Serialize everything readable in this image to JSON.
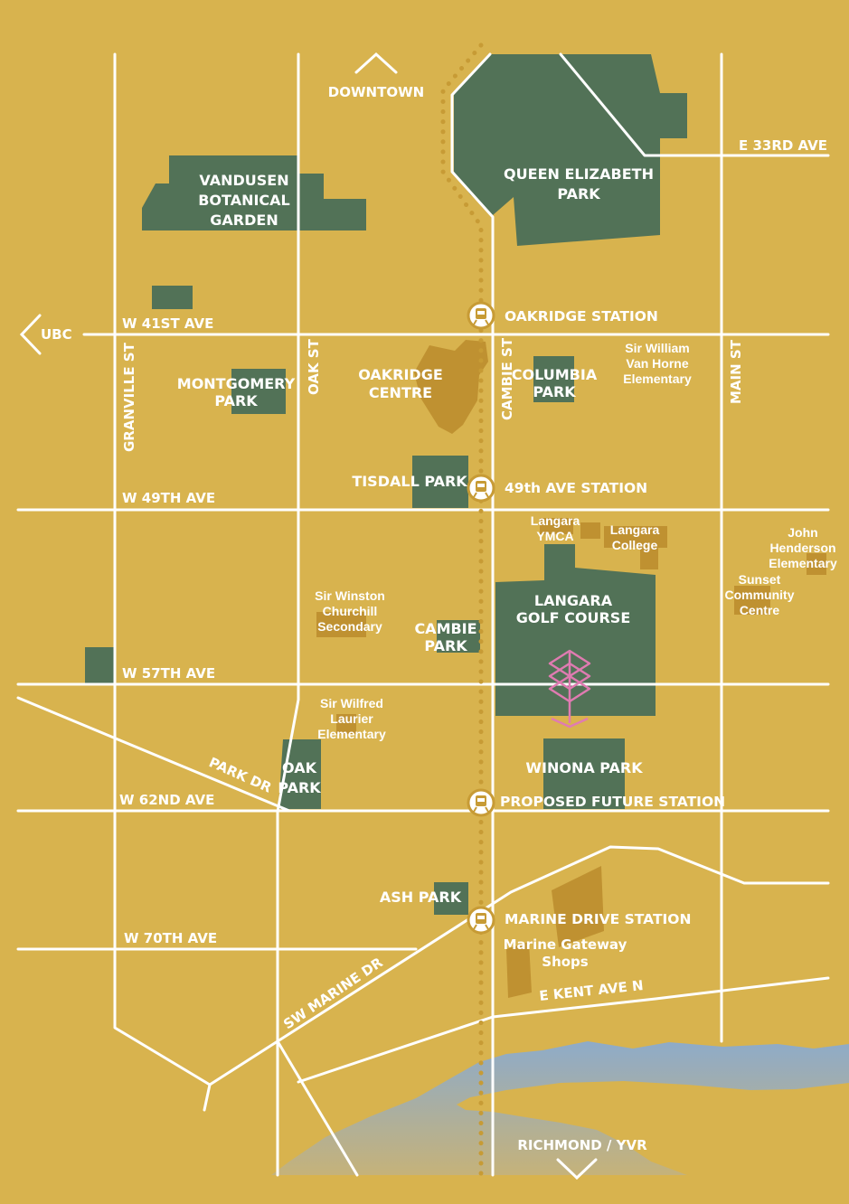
{
  "colors": {
    "background": "#d8b34e",
    "park": "#527257",
    "building": "#bf9131",
    "road": "#ffffff",
    "water": "#8eabc9",
    "skytrain": "#c79b35",
    "site_marker": "#e07bb1"
  },
  "directions": {
    "north": "DOWNTOWN",
    "west": "UBC",
    "south": "RICHMOND / YVR"
  },
  "streets": {
    "e33rd": "E 33RD AVE",
    "w41st": "W 41ST AVE",
    "w49th": "W 49TH AVE",
    "w57th": "W 57TH AVE",
    "w62nd": "W 62ND AVE",
    "w70th": "W 70TH AVE",
    "granville": "GRANVILLE ST",
    "oak": "OAK ST",
    "cambie": "CAMBIE ST",
    "main": "MAIN ST",
    "park_dr": "PARK DR",
    "sw_marine": "SW MARINE DR",
    "e_kent": "E KENT AVE N"
  },
  "stations": {
    "oakridge": "OAKRIDGE STATION",
    "ave49": "49th AVE STATION",
    "future": "PROPOSED FUTURE STATION",
    "marine": "MARINE DRIVE STATION"
  },
  "parks": {
    "vandusen": [
      "VANDUSEN",
      "BOTANICAL",
      "GARDEN"
    ],
    "queen_elizabeth": [
      "QUEEN ELIZABETH",
      "PARK"
    ],
    "montgomery": [
      "MONTGOMERY",
      "PARK"
    ],
    "columbia": [
      "COLUMBIA",
      "PARK"
    ],
    "tisdall": "TISDALL PARK",
    "langara_golf": [
      "LANGARA",
      "GOLF COURSE"
    ],
    "cambie": [
      "CAMBIE",
      "PARK"
    ],
    "oak": [
      "OAK",
      "PARK"
    ],
    "winona": "WINONA PARK",
    "ash": "ASH PARK"
  },
  "places": {
    "oakridge_centre": [
      "OAKRIDGE",
      "CENTRE"
    ],
    "van_horne": [
      "Sir William",
      "Van Horne",
      "Elementary"
    ],
    "langara_ymca": [
      "Langara",
      "YMCA"
    ],
    "langara_college": [
      "Langara",
      "College"
    ],
    "john_henderson": [
      "John",
      "Henderson",
      "Elementary"
    ],
    "sunset": [
      "Sunset",
      "Community",
      "Centre"
    ],
    "churchill": [
      "Sir Winston",
      "Churchill",
      "Secondary"
    ],
    "laurier": [
      "Sir Wilfred",
      "Laurier",
      "Elementary"
    ],
    "marine_gateway": [
      "Marine Gateway",
      "Shops"
    ]
  }
}
